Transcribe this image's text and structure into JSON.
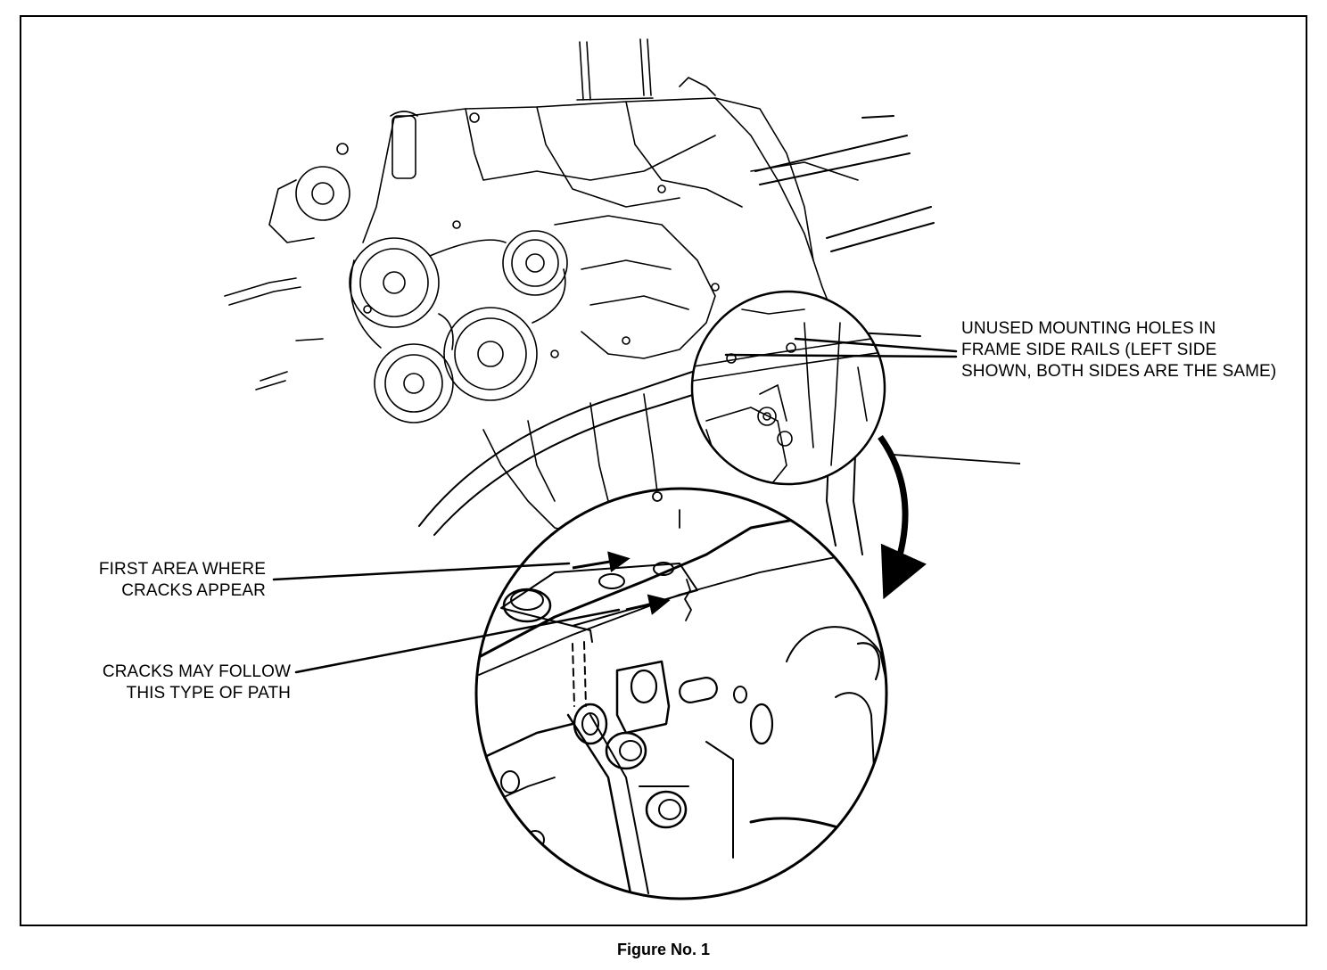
{
  "figure": {
    "caption": "Figure No. 1"
  },
  "callouts": {
    "unused_holes": {
      "lines": [
        "UNUSED MOUNTING HOLES IN",
        "FRAME SIDE RAILS (LEFT SIDE",
        "SHOWN, BOTH SIDES ARE THE SAME)"
      ]
    },
    "first_area": {
      "lines": [
        "FIRST AREA WHERE",
        "CRACKS APPEAR"
      ]
    },
    "crack_path": {
      "lines": [
        "CRACKS MAY FOLLOW",
        "THIS TYPE OF PATH"
      ]
    }
  },
  "colors": {
    "ink": "#000000",
    "paper": "#ffffff"
  }
}
